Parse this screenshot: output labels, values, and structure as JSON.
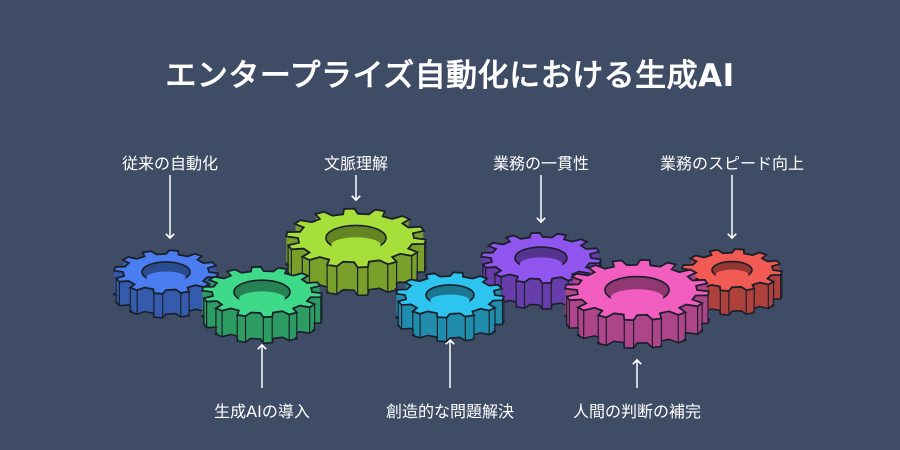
{
  "title": "エンタープライズ自動化における生成AI",
  "top_labels": [
    "従来の自動化",
    "文脈理解",
    "業務の一貫性",
    "業務のスピード向上"
  ],
  "bottom_labels": [
    "生成AIの導入",
    "創造的な問題解決",
    "人間の判断の補完"
  ],
  "colors": {
    "background": "#3f4c65",
    "gear_blue": "#4a7ef0",
    "gear_green": "#3fd98a",
    "gear_lime": "#a6de3a",
    "gear_cyan": "#2ec4f0",
    "gear_purple": "#8f55ee",
    "gear_pink": "#f25ec0",
    "gear_red": "#f25a54"
  }
}
